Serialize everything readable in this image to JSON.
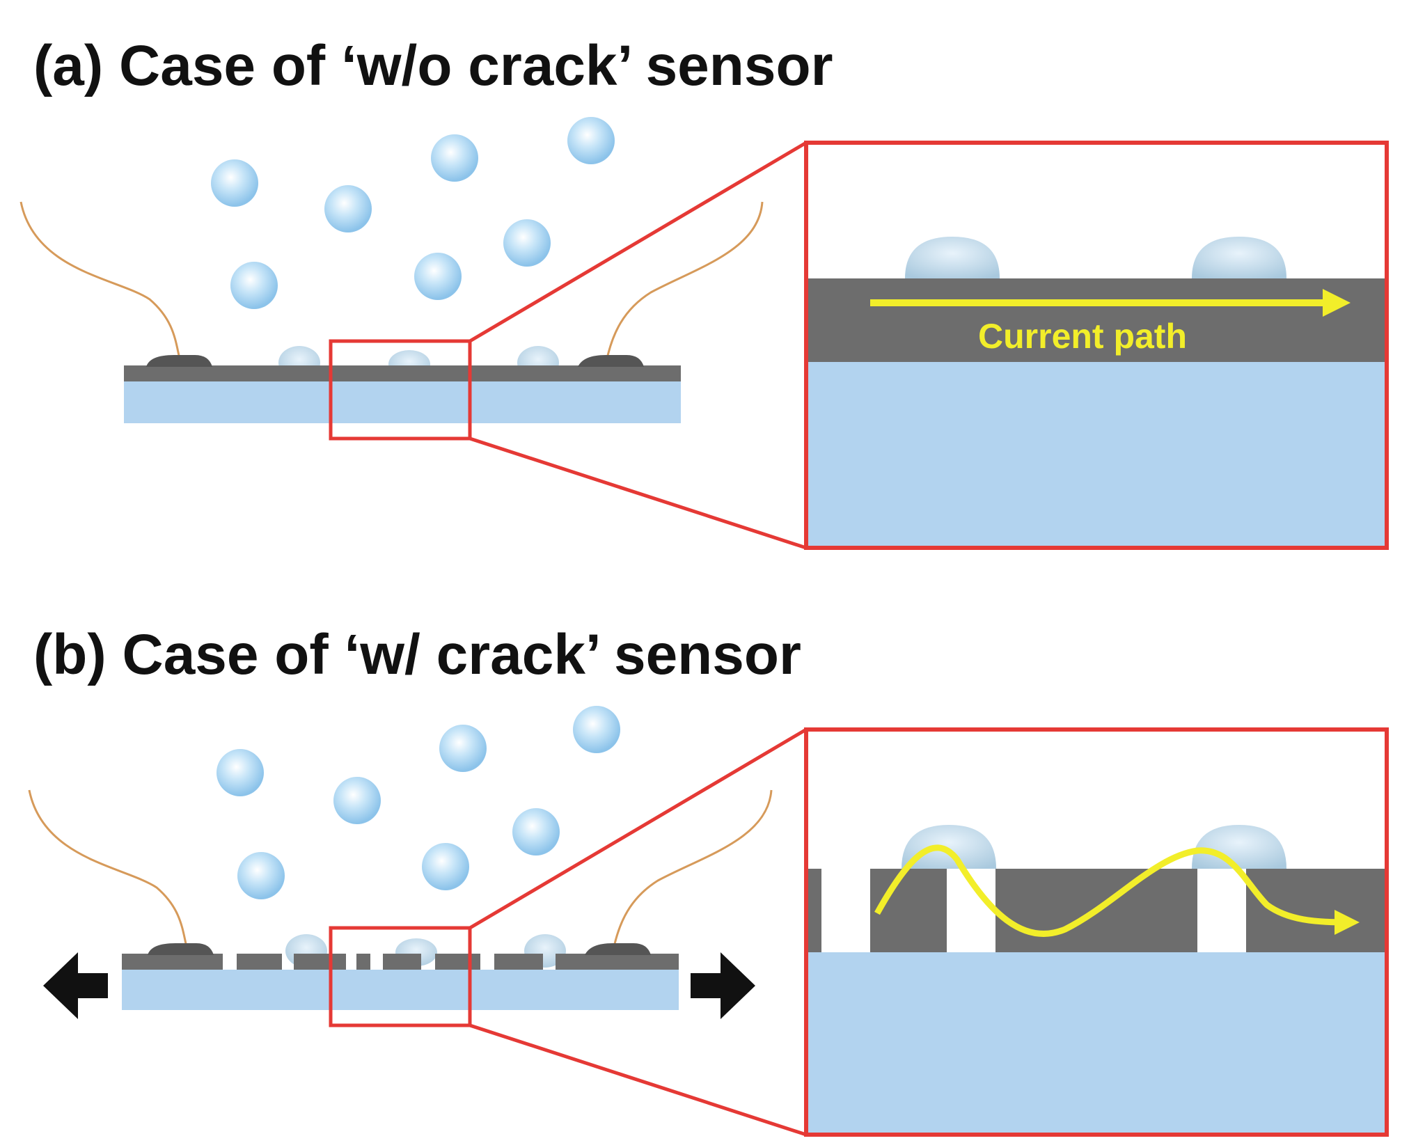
{
  "panels": [
    {
      "id": "a",
      "title": "(a) Case of ‘w/o crack’ sensor",
      "current_label": "Current path"
    },
    {
      "id": "b",
      "title": "(b) Case of ‘w/ crack’ sensor"
    }
  ],
  "colors": {
    "substrate": "#b2d3ef",
    "film": "#6d6d6d",
    "electrode": "#555555",
    "wire": "#d69a5a",
    "zoom_frame": "#e53935",
    "current_path": "#f2ee2a",
    "droplet": "#9fd0f0",
    "arrow": "#111111"
  },
  "icons": [
    "water-droplet-icon",
    "strain-arrow-left-icon",
    "strain-arrow-right-icon",
    "current-path-arrow-icon"
  ]
}
